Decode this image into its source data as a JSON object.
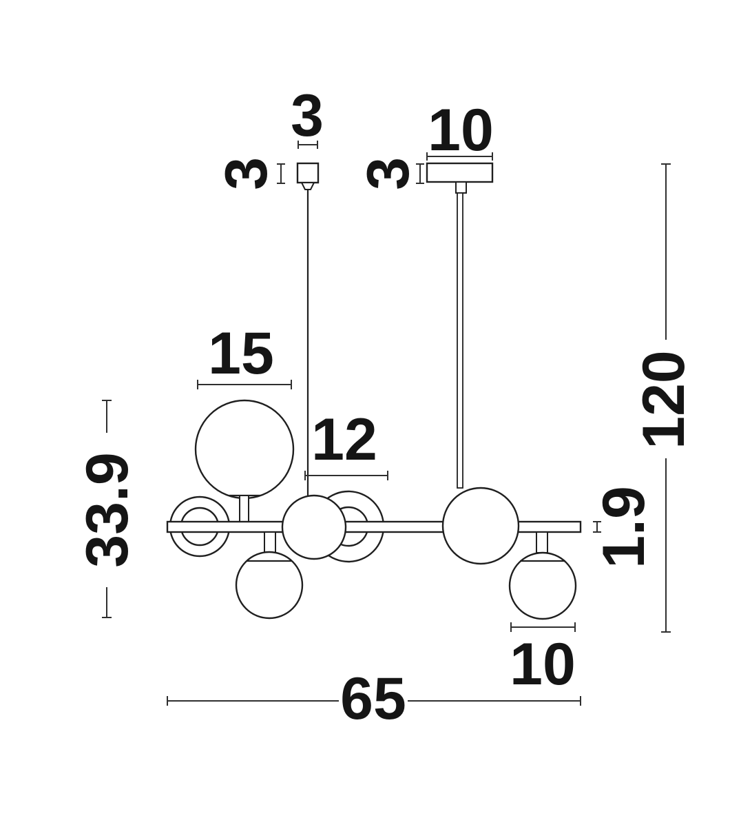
{
  "drawing": {
    "background": "#ffffff",
    "line_color": "#1f1f1f",
    "dim_line_color": "#2f2f2f",
    "text_color": "#151515",
    "dims": {
      "canopy_small_width": "3",
      "canopy_small_height": "3",
      "canopy_large_width": "10",
      "canopy_large_height": "3",
      "globe_large_diameter": "15",
      "rod_offset": "12",
      "body_height": "33.9",
      "overall_drop": "120",
      "bar_thickness": "1.9",
      "globe_small_diameter": "10",
      "bar_length": "65"
    }
  }
}
